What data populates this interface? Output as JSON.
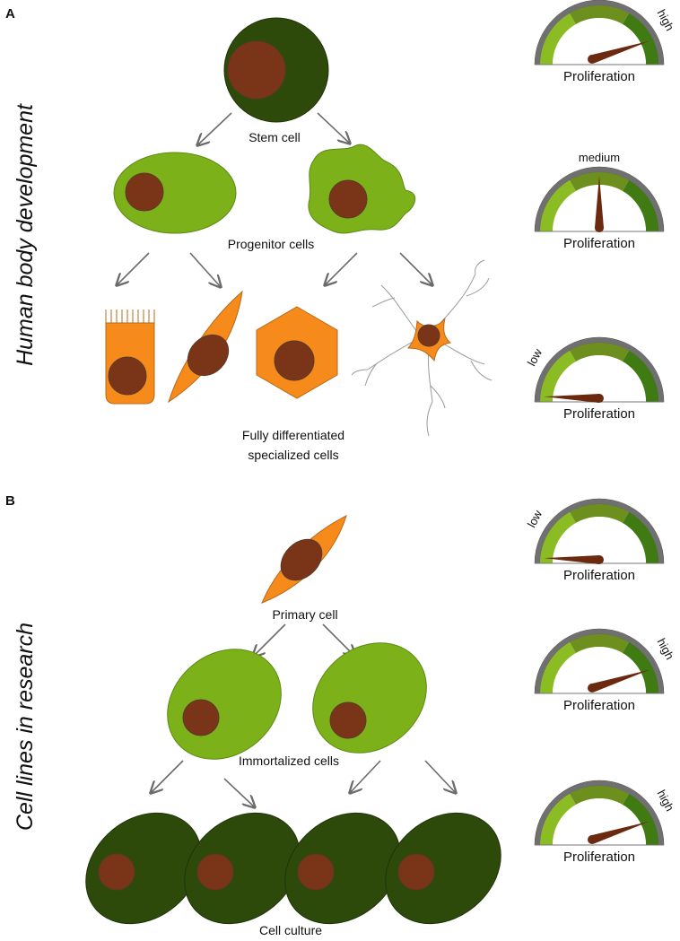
{
  "panel_a": {
    "letter": "A",
    "side_title": "Human body development",
    "labels": {
      "stem": "Stem cell",
      "progenitor": "Progenitor cells",
      "diff_line1": "Fully differentiated",
      "diff_line2": "specialized cells"
    },
    "gauges": [
      {
        "level_label": "high",
        "caption": "Proliferation",
        "value": 0.86
      },
      {
        "level_label": "medium",
        "caption": "Proliferation",
        "value": 0.5
      },
      {
        "level_label": "low",
        "caption": "Proliferation",
        "value": 0.03
      }
    ]
  },
  "panel_b": {
    "letter": "B",
    "side_title": "Cell lines in research",
    "labels": {
      "primary": "Primary cell",
      "immortalized": "Immortalized cells",
      "culture": "Cell culture"
    },
    "gauges": [
      {
        "level_label": "low",
        "caption": "Proliferation",
        "value": 0.03
      },
      {
        "level_label": "high",
        "caption": "Proliferation",
        "value": 0.86
      },
      {
        "level_label": "high",
        "caption": "Proliferation",
        "value": 0.86
      }
    ]
  },
  "colors": {
    "stem_dark_green": "#2e4a0b",
    "progenitor_lime": "#7db11a",
    "differentiated_orange": "#f68a1a",
    "nucleus_brown": "#7a3518",
    "arrow_gray": "#6b6b6b",
    "needle_brown": "#6b2a10"
  }
}
